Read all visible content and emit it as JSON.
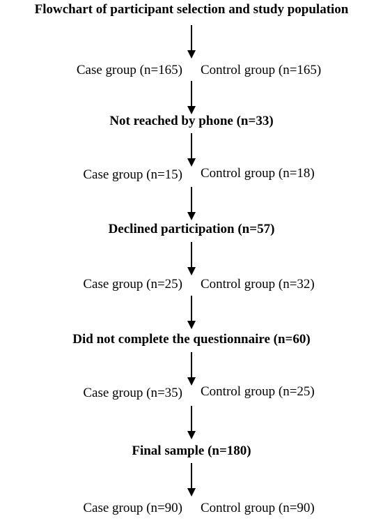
{
  "title": "Flowchart of participant selection and study population",
  "stages": [
    {
      "heading": "",
      "case": "Case group (n=165)",
      "control": "Control group (n=165)"
    },
    {
      "heading": "Not reached by phone (n=33)",
      "case": "Case group (n=15)",
      "control": "Control group (n=18)"
    },
    {
      "heading": "Declined participation (n=57)",
      "case": "Case group (n=25)",
      "control": "Control group (n=32)"
    },
    {
      "heading": "Did not complete the questionnaire (n=60)",
      "case": "Case group (n=35)",
      "control": "Control group (n=25)"
    },
    {
      "heading": "Final sample (n=180)",
      "case": "Case group (n=90)",
      "control": "Control group (n=90)"
    }
  ]
}
